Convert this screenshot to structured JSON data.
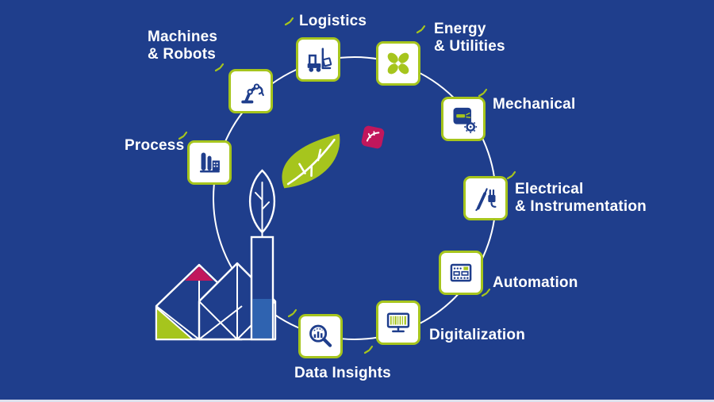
{
  "title": "Industrial services circle infographic",
  "palette": {
    "background": "#1f3e8c",
    "accent_green": "#a6c51d",
    "accent_magenta": "#c1175c",
    "white": "#ffffff",
    "chimney_blue": "#2f63b0"
  },
  "nodes": [
    {
      "id": "machines-robots",
      "label": "Machines\n& Robots",
      "icon": "robot-arm-icon"
    },
    {
      "id": "logistics",
      "label": "Logistics",
      "icon": "forklift-icon"
    },
    {
      "id": "energy-utilities",
      "label": "Energy\n& Utilities",
      "icon": "fan-icon"
    },
    {
      "id": "mechanical",
      "label": "Mechanical",
      "icon": "welding-helmet-gear-icon"
    },
    {
      "id": "electrical-instrumentation",
      "label": "Electrical\n& Instrumentation",
      "icon": "plug-probe-icon"
    },
    {
      "id": "automation",
      "label": "Automation",
      "icon": "control-panel-icon"
    },
    {
      "id": "digitalization",
      "label": "Digitalization",
      "icon": "monitor-barcode-icon"
    },
    {
      "id": "data-insights",
      "label": "Data Insights",
      "icon": "magnifier-chart-icon"
    },
    {
      "id": "process",
      "label": "Process",
      "icon": "process-plant-icon"
    }
  ],
  "center": {
    "leaf_icon": "green-leaf-icon",
    "badge_icon": "magenta-leaf-badge-icon"
  },
  "illustration": "eco-factory-illustration"
}
